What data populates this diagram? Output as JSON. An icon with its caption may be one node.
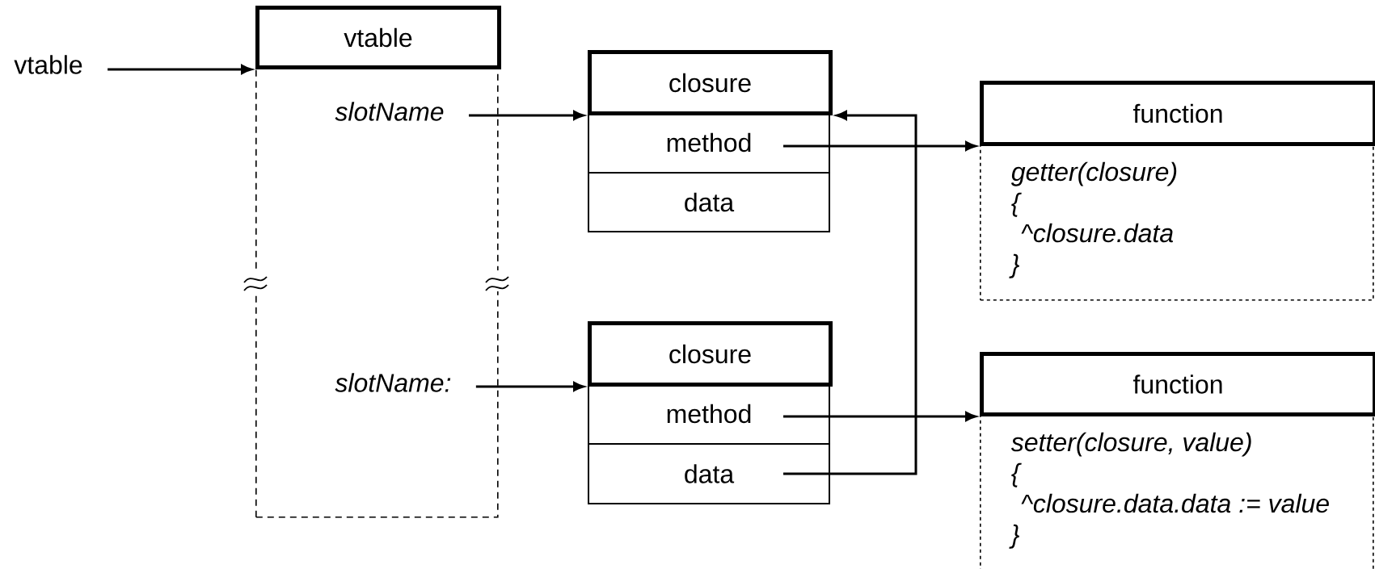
{
  "diagram": {
    "nodes": [
      {
        "text": [
          "vtable"
        ]
      },
      {
        "text": [
          "vtable"
        ]
      },
      {
        "text": [],
        "shape": "box"
      },
      {
        "text": [
          "slotName"
        ],
        "in": 2
      },
      {
        "text": [
          "slotName:"
        ],
        "in": 2
      },
      {
        "text": [
          "closure"
        ]
      },
      {
        "text": [
          "method"
        ]
      },
      {
        "text": [
          "data"
        ]
      },
      {
        "text": [
          "closure"
        ]
      },
      {
        "text": [
          "method"
        ]
      },
      {
        "text": [
          "data"
        ]
      },
      {
        "text": [
          "function"
        ]
      },
      {
        "text": [
          "getter(closure)",
          "{",
          "^closure.data",
          "}"
        ]
      },
      {
        "text": [
          "function"
        ]
      },
      {
        "text": [
          "setter(closure, value)",
          "{",
          "^closure.data.data := value",
          "}"
        ]
      }
    ],
    "edges": [
      {
        "from": 0,
        "to": 1,
        "arrow": "to"
      },
      {
        "from": 3,
        "to": 5,
        "arrow": "to"
      },
      {
        "from": 4,
        "to": 8,
        "arrow": "to"
      },
      {
        "from": 6,
        "to": 11,
        "arrow": "to"
      },
      {
        "from": 9,
        "to": 13,
        "arrow": "to"
      },
      {
        "from": 10,
        "to": 5,
        "arrow": "to"
      }
    ]
  }
}
